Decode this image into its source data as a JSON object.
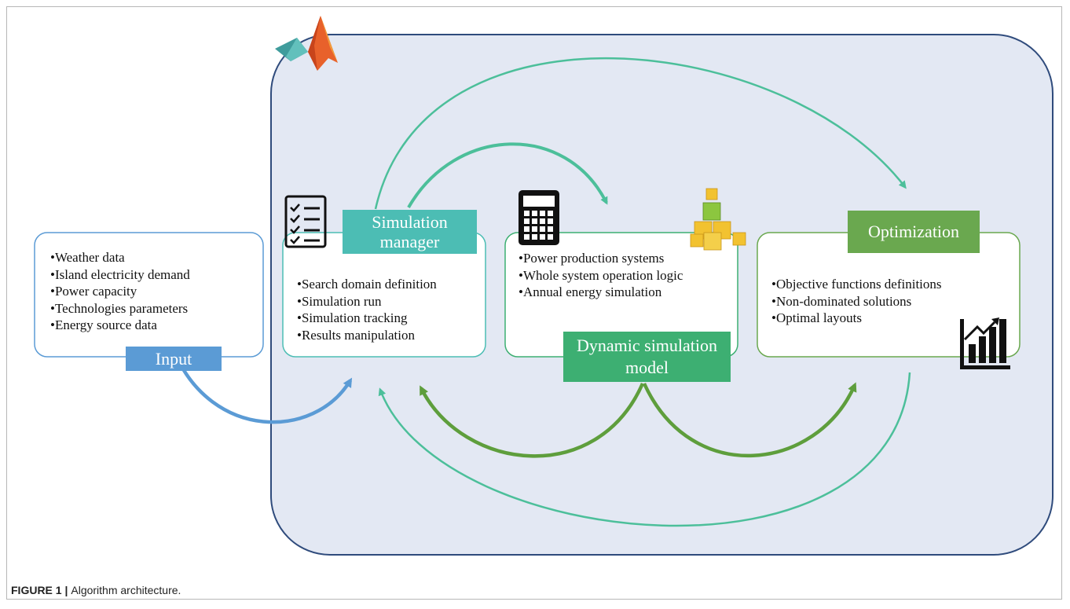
{
  "colors": {
    "canvas_fill": "#e3e8f3",
    "canvas_border": "#2f4b7c",
    "teal": "#4cbdb4",
    "green_box": "#6aa84f",
    "green_model": "#3daf72",
    "blue": "#5b9bd5",
    "arrow_green": "#5e9e3c",
    "arrow_teal": "#4cbf9a",
    "arrow_blue": "#5b9bd5"
  },
  "icons": [
    "matlab-logo-icon",
    "checklist-icon",
    "calculator-icon",
    "cubes-icon",
    "bar-chart-icon"
  ],
  "input": {
    "label": "Input",
    "items": [
      "Weather data",
      "Island electricity demand",
      "Power capacity",
      "Technologies parameters",
      "Energy source data"
    ]
  },
  "simulation_manager": {
    "label": "Simulation manager",
    "items": [
      "Search domain definition",
      "Simulation run",
      "Simulation tracking",
      "Results manipulation"
    ]
  },
  "dynamic_model": {
    "label": "Dynamic simulation model",
    "items": [
      "Power production systems",
      "Whole system operation logic",
      "Annual energy simulation"
    ]
  },
  "optimization": {
    "label": "Optimization",
    "items": [
      "Objective functions definitions",
      "Non-dominated solutions",
      "Optimal layouts"
    ]
  },
  "caption": {
    "prefix": "FIGURE 1 |",
    "text": "Algorithm architecture."
  }
}
